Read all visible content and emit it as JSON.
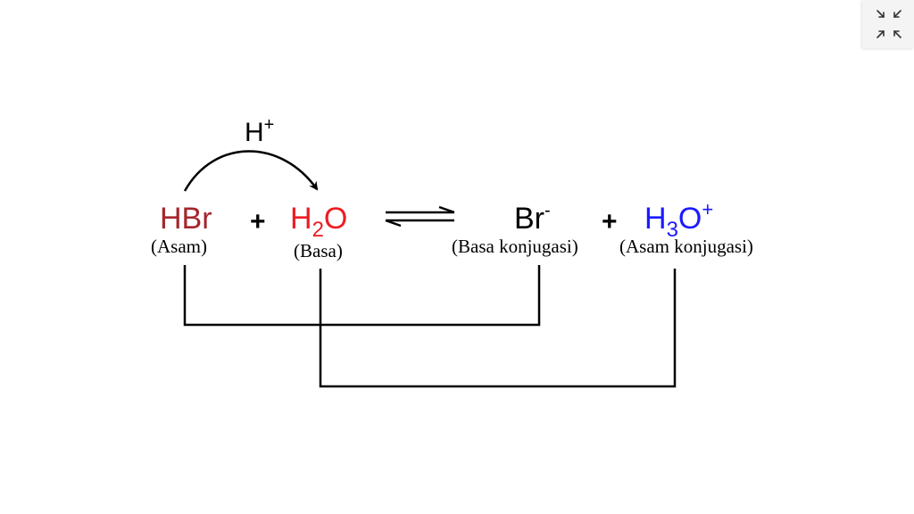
{
  "reaction": {
    "proton_label": {
      "base": "H",
      "sup": "+"
    },
    "reactant_1": {
      "formula": "HBr",
      "role": "(Asam)",
      "color": "#a4262c"
    },
    "plus_1": "+",
    "reactant_2": {
      "formula_a": "H",
      "subscript": "2",
      "formula_b": "O",
      "role": "(Basa)",
      "color": "#ee1c24"
    },
    "equilibrium_arrow": "equilibrium-arrow-icon",
    "product_1": {
      "formula": "Br",
      "sup": "-",
      "role": "(Basa konjugasi)",
      "color": "#000000"
    },
    "plus_2": "+",
    "product_2": {
      "formula_a": "H",
      "subscript": "3",
      "formula_b": "O",
      "sup": "+",
      "role": "(Asam konjugasi)",
      "color": "#1a1aff"
    }
  },
  "controls": {
    "exit_fullscreen_icon": "exit-fullscreen-icon"
  }
}
